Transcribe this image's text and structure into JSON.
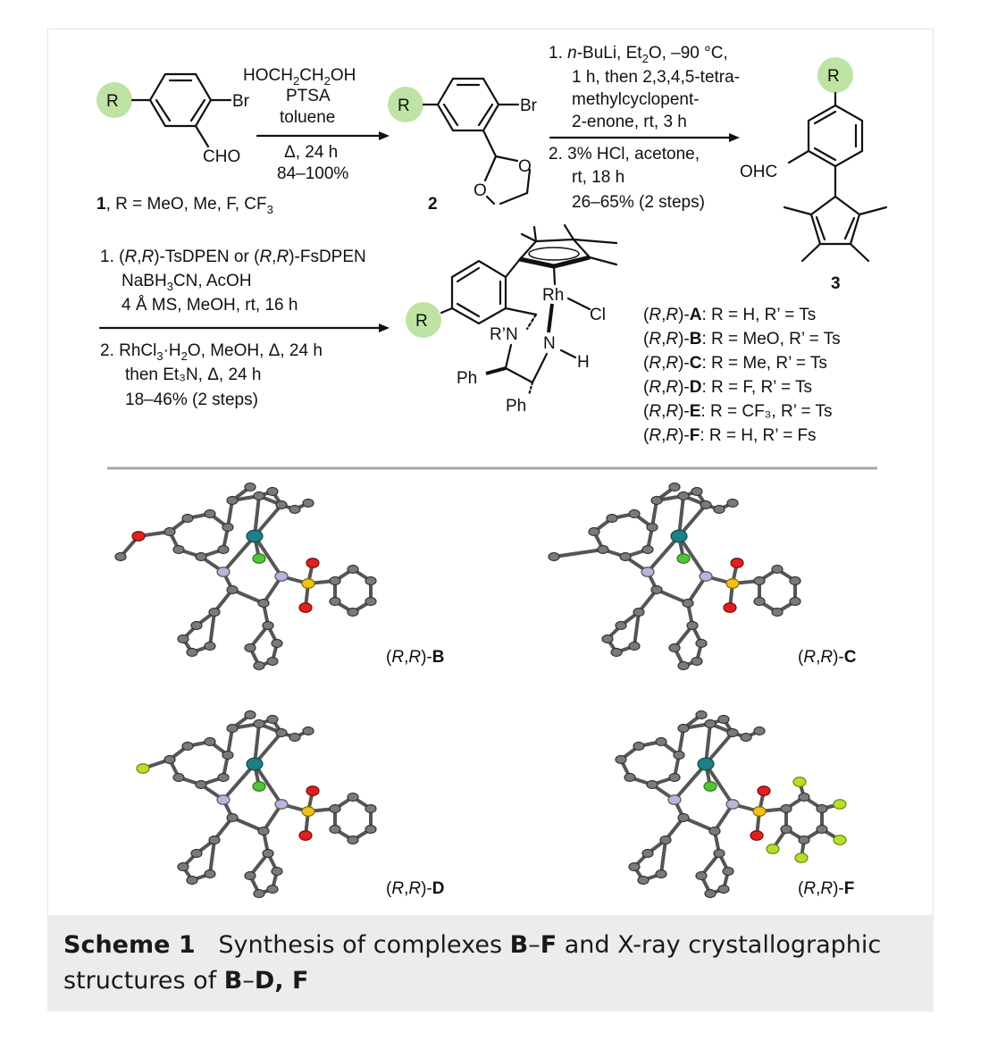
{
  "step1": {
    "substrate_R": "R",
    "substrate_Br": "Br",
    "substrate_CHO": "CHO",
    "substrate_label_num": "1",
    "substrate_label_rest": ", R = MeO, Me, F, CF",
    "substrate_label_sub": "3",
    "reagent1": "HOCH",
    "reagent1_sub1": "2",
    "reagent1_mid": "CH",
    "reagent1_sub2": "2",
    "reagent1_end": "OH",
    "reagent2": "PTSA",
    "reagent3": "toluene",
    "cond": "Δ, 24 h",
    "yield": "84–100%",
    "product_R": "R",
    "product_Br": "Br",
    "product_O1": "O",
    "product_O2": "O",
    "product_label": "2"
  },
  "step2": {
    "line1_pre": "1. ",
    "line1_it": "n",
    "line1_post": "-BuLi, Et",
    "line1_sub": "2",
    "line1_end": "O, –90 °C,",
    "line2": "1 h, then 2,3,4,5-tetra-",
    "line3": "methylcyclopent-",
    "line4": "2-enone, rt, 3 h",
    "line5": "2. 3% HCl, acetone,",
    "line6": "rt, 18 h",
    "line7": "26–65% (2 steps)",
    "product_R": "R",
    "product_OHC": "OHC",
    "product_label": "3"
  },
  "step3": {
    "line1_a": "1. (",
    "line1_b": "R",
    "line1_c": ",",
    "line1_d": "R",
    "line1_e": ")-TsDPEN or (",
    "line1_f": "R",
    "line1_g": ",",
    "line1_h": "R",
    "line1_i": ")-FsDPEN",
    "line2_a": "NaBH",
    "line2_sub": "3",
    "line2_b": "CN, AcOH",
    "line3": "4 Å MS, MeOH, rt, 16 h",
    "line4_a": "2. RhCl",
    "line4_sub": "3",
    "line4_b": "·H",
    "line4_sub2": "2",
    "line4_c": "O, MeOH, Δ, 24 h",
    "line5": "then Et₃N, Δ, 24 h",
    "line6": "18–46% (2 steps)",
    "product_R": "R",
    "product_Rh": "Rh",
    "product_Cl": "Cl",
    "product_RN": "R’N",
    "product_N": "N",
    "product_H": "H",
    "product_Ph1": "Ph",
    "product_Ph2": "Ph"
  },
  "complexes": [
    {
      "name": "A",
      "desc": ": R = H, R’ = Ts"
    },
    {
      "name": "B",
      "desc": ": R = MeO, R’ = Ts"
    },
    {
      "name": "C",
      "desc": ": R = Me, R’ = Ts"
    },
    {
      "name": "D",
      "desc": ": R = F, R’ = Ts"
    },
    {
      "name": "E",
      "desc": ": R = CF₃, R’ = Ts"
    },
    {
      "name": "F",
      "desc": ": R = H, R’ = Fs"
    }
  ],
  "stereo_prefix": "(R,R)-",
  "xray_labels": [
    "B",
    "C",
    "D",
    "F"
  ],
  "caption": {
    "scheme": "Scheme 1",
    "text1": "Synthesis of complexes ",
    "b1": "B",
    "dash1": "–",
    "b2": "F",
    "text2": " and X-ray crystallographic",
    "text3": "structures of ",
    "b3": "B",
    "dash2": "–",
    "b4": "D",
    "comma": ", ",
    "b5": "F"
  },
  "colors": {
    "highlight": "#bfe3a4",
    "caption_bg": "#ececec",
    "rh": "#1f7f86",
    "cl": "#52c437",
    "s": "#f0c21c",
    "o": "#e0201f",
    "n": "#b5b5dd",
    "f": "#b5e02a"
  }
}
